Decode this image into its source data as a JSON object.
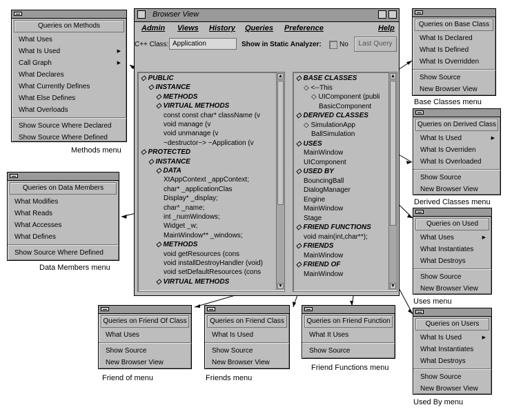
{
  "browser": {
    "title": "Browser View",
    "menus": [
      "Admin",
      "Views",
      "History",
      "Queries",
      "Preference",
      "Help"
    ],
    "class_label": "C++ Class:",
    "class_value": "Application",
    "static_label": "Show in Static Analyzer:",
    "static_value": "No",
    "last_query": "Last Query",
    "left_tree": [
      {
        "t": "◇ PUBLIC",
        "h": true,
        "i": 0
      },
      {
        "t": "◇ INSTANCE",
        "h": true,
        "i": 1
      },
      {
        "t": "◇ METHODS",
        "h": true,
        "i": 2
      },
      {
        "t": "◇ VIRTUAL METHODS",
        "h": true,
        "i": 2
      },
      {
        "t": "const const char*  className   (v",
        "h": false,
        "i": 3
      },
      {
        "t": "void                    manage         (v",
        "h": false,
        "i": 3
      },
      {
        "t": "void                    unmanage     (v",
        "h": false,
        "i": 3
      },
      {
        "t": "~destructor~>       ~Application (v",
        "h": false,
        "i": 3
      },
      {
        "t": "◇ PROTECTED",
        "h": true,
        "i": 0
      },
      {
        "t": "◇ INSTANCE",
        "h": true,
        "i": 1
      },
      {
        "t": "◇ DATA",
        "h": true,
        "i": 2
      },
      {
        "t": "XtAppContext   _appContext;",
        "h": false,
        "i": 3
      },
      {
        "t": "char*              _applicationClas",
        "h": false,
        "i": 3
      },
      {
        "t": "Display*          _display;",
        "h": false,
        "i": 3
      },
      {
        "t": "char*              _name;",
        "h": false,
        "i": 3
      },
      {
        "t": "int                  _numWindows;",
        "h": false,
        "i": 3
      },
      {
        "t": "Widget            _w;",
        "h": false,
        "i": 3
      },
      {
        "t": "MainWindow**  _windows;",
        "h": false,
        "i": 3
      },
      {
        "t": "◇ METHODS",
        "h": true,
        "i": 2
      },
      {
        "t": "void getResources         (cons",
        "h": false,
        "i": 3
      },
      {
        "t": "void installDestroyHandler (void)",
        "h": false,
        "i": 3
      },
      {
        "t": "void setDefaultResources   (cons",
        "h": false,
        "i": 3
      },
      {
        "t": "◇ VIRTUAL METHODS",
        "h": true,
        "i": 2
      }
    ],
    "right_tree": [
      {
        "t": "◇ BASE CLASSES",
        "h": true,
        "i": 0
      },
      {
        "t": "◇ <--This",
        "h": false,
        "i": 1
      },
      {
        "t": "◇ UIComponent (publi",
        "h": false,
        "i": 2
      },
      {
        "t": "BasicComponent",
        "h": false,
        "i": 3
      },
      {
        "t": "◇ DERIVED CLASSES",
        "h": true,
        "i": 0
      },
      {
        "t": "◇ SimulationApp",
        "h": false,
        "i": 1
      },
      {
        "t": "BallSimulation",
        "h": false,
        "i": 2
      },
      {
        "t": "◇ USES",
        "h": true,
        "i": 0
      },
      {
        "t": "MainWindow",
        "h": false,
        "i": 1
      },
      {
        "t": "UIComponent",
        "h": false,
        "i": 1
      },
      {
        "t": "◇ USED BY",
        "h": true,
        "i": 0
      },
      {
        "t": "BouncingBall",
        "h": false,
        "i": 1
      },
      {
        "t": "DialogManager",
        "h": false,
        "i": 1
      },
      {
        "t": "Engine",
        "h": false,
        "i": 1
      },
      {
        "t": "MainWindow",
        "h": false,
        "i": 1
      },
      {
        "t": "Stage",
        "h": false,
        "i": 1
      },
      {
        "t": "◇ FRIEND FUNCTIONS",
        "h": true,
        "i": 0
      },
      {
        "t": "void main(int,char**);",
        "h": false,
        "i": 1
      },
      {
        "t": "◇ FRIENDS",
        "h": true,
        "i": 0
      },
      {
        "t": "MainWindow",
        "h": false,
        "i": 1
      },
      {
        "t": "◇ FRIEND OF",
        "h": true,
        "i": 0
      },
      {
        "t": "MainWindow",
        "h": false,
        "i": 1
      }
    ]
  },
  "menus": {
    "methods": {
      "header": "Queries on Methods",
      "items": [
        "What Uses",
        "What Is Used",
        "Call Graph",
        "What Declares",
        "What Currently Defines",
        "What Else Defines",
        "What Overloads",
        "Show Source Where Declared",
        "Show Source Where Defined"
      ],
      "caption": "Methods menu"
    },
    "data_members": {
      "header": "Queries on Data Members",
      "items": [
        "What Modifies",
        "What Reads",
        "What Accesses",
        "What Defines",
        "Show Source Where Defined"
      ],
      "caption": "Data Members menu"
    },
    "base_classes": {
      "header": "Queries on Base Class",
      "items": [
        "What Is Declared",
        "What Is Defined",
        "What Is Overridden",
        "Show Source",
        "New Browser View"
      ],
      "caption": "Base Classes menu"
    },
    "derived_classes": {
      "header": "Queries on Derived Class",
      "items": [
        "What Is Used",
        "What Is Overriden",
        "What Is Overloaded",
        "Show Source",
        "New Browser View"
      ],
      "caption": "Derived Classes menu"
    },
    "uses": {
      "header": "Queries on Used",
      "items": [
        "What Uses",
        "What Instantiates",
        "What Destroys",
        "Show Source",
        "New Browser View"
      ],
      "caption": "Uses menu"
    },
    "used_by": {
      "header": "Queries on Users",
      "items": [
        "What Is Used",
        "What Instantiates",
        "What Destroys",
        "Show Source",
        "New Browser View"
      ],
      "caption": "Used By menu"
    },
    "friend_of": {
      "header": "Queries on Friend Of Class",
      "items": [
        "What Uses",
        "Show Source",
        "New Browser View"
      ],
      "caption": "Friend of menu"
    },
    "friends": {
      "header": "Queries on Friend Class",
      "items": [
        "What Is Used",
        "Show Source",
        "New Browser View"
      ],
      "caption": "Friends menu"
    },
    "friend_functions": {
      "header": "Queries on Friend Function",
      "items": [
        "What It Uses",
        "Show Source"
      ],
      "caption": "Friend Functions menu"
    }
  }
}
